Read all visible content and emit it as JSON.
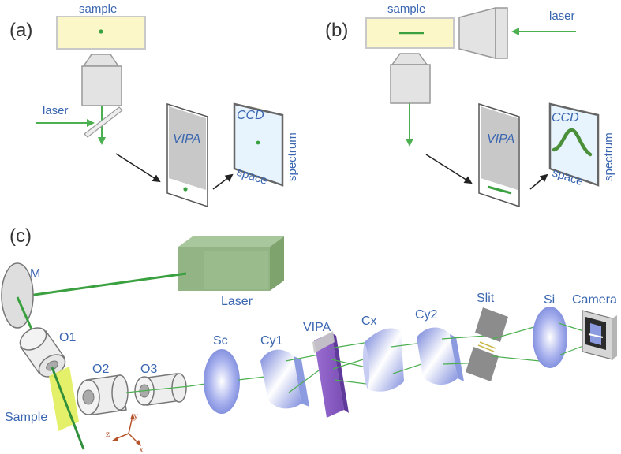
{
  "panel_a": {
    "label": "(a)",
    "sample": "sample",
    "laser": "laser",
    "vipa": "VIPA",
    "ccd": "CCD",
    "space": "space",
    "spectrum": "spectrum"
  },
  "panel_b": {
    "label": "(b)",
    "sample": "sample",
    "laser": "laser",
    "vipa": "VIPA",
    "ccd": "CCD",
    "space": "space",
    "spectrum": "spectrum"
  },
  "panel_c": {
    "label": "(c)",
    "m": "M",
    "laser": "Laser",
    "o1": "O1",
    "o2": "O2",
    "o3": "O3",
    "sample": "Sample",
    "sc": "Sc",
    "cy1": "Cy1",
    "vipa": "VIPA",
    "cx": "Cx",
    "cy2": "Cy2",
    "slit": "Slit",
    "si": "Si",
    "camera": "Camera",
    "axis_x": "x",
    "axis_y": "y",
    "axis_z": "z"
  },
  "colors": {
    "beam": "#4caf50",
    "label_blue": "#3a66b0",
    "sample_fill": "#fbf7c8",
    "lens_fill": "#8c9be0",
    "axis": "#b5532a"
  }
}
